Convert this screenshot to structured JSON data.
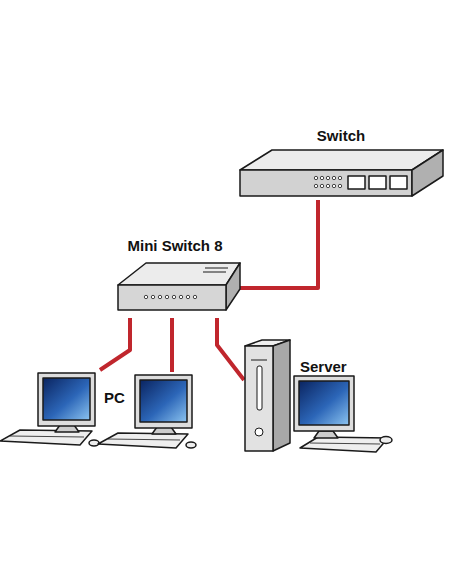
{
  "diagram": {
    "nodes": [
      {
        "text": [
          "Switch"
        ]
      },
      {
        "text": [
          "Mini Switch 8"
        ]
      },
      {
        "text": [
          "PC"
        ]
      },
      {
        "text": []
      },
      {
        "text": [
          "Server"
        ]
      }
    ],
    "edges": [
      {
        "from": 0,
        "to": 1,
        "arrow": "none"
      },
      {
        "from": 1,
        "to": 2,
        "arrow": "none"
      },
      {
        "from": 1,
        "to": 3,
        "arrow": "none"
      },
      {
        "from": 1,
        "to": 4,
        "arrow": "none"
      }
    ]
  }
}
